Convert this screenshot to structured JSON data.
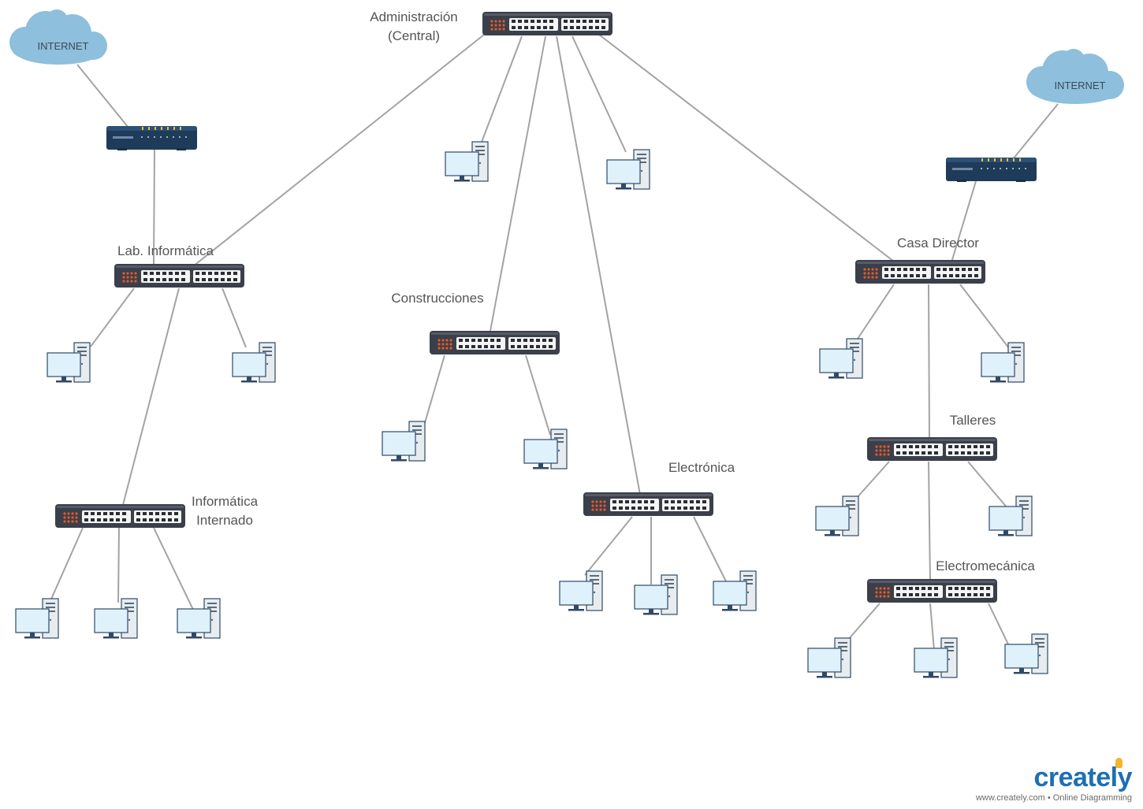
{
  "cloud_label": "INTERNET",
  "labels": {
    "admin_line1": "Administración",
    "admin_line2": "(Central)",
    "lab": "Lab. Informática",
    "construcciones": "Construcciones",
    "casa": "Casa Director",
    "talleres": "Talleres",
    "electronica": "Electrónica",
    "internado_line1": "Informática",
    "internado_line2": "Internado",
    "electromecanica": "Electromecánica"
  },
  "brand": {
    "logo": "creately",
    "tagline": "www.creately.com • Online Diagramming"
  },
  "colors": {
    "line": "#a3a3a3",
    "switch_body": "#3b3f4a",
    "port_led": "#e05a2b",
    "cloud": "#8ebfdc",
    "router_body": "#1f3b5a",
    "router_led": "#f2c12e",
    "monitor_screen": "#dff1fb",
    "pc_case": "#e8ecef"
  }
}
